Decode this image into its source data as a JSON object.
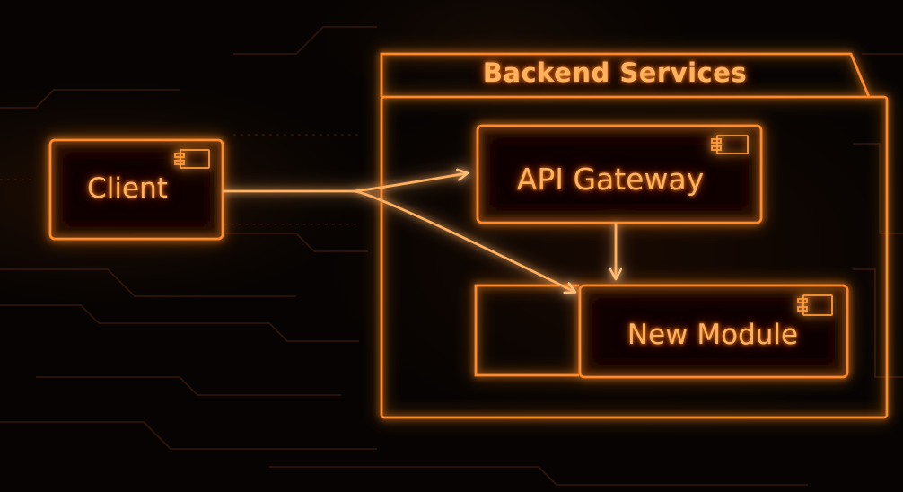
{
  "diagram": {
    "container_title": "Backend Services",
    "nodes": {
      "client": "Client",
      "api_gateway": "API Gateway",
      "new_module": "New Module"
    },
    "edges": [
      {
        "from": "Client",
        "to": "API Gateway"
      },
      {
        "from": "Client",
        "to": "New Module"
      },
      {
        "from": "API Gateway",
        "to": "New Module"
      }
    ]
  },
  "colors": {
    "background": "#060302",
    "neon_stroke": "#ff8a2a",
    "neon_core": "#ffc07a",
    "label_text": "#ffb25e"
  },
  "icons": [
    "component-icon"
  ]
}
